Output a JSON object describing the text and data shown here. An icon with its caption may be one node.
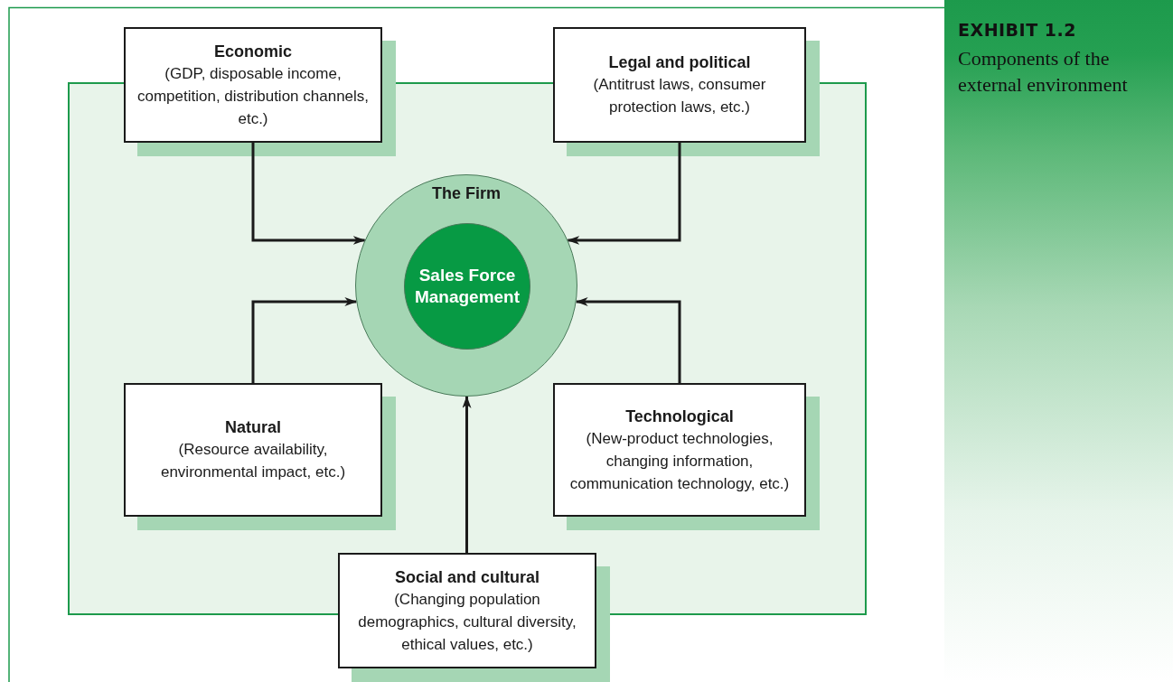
{
  "diagram": {
    "title": "EXHIBIT 1.2",
    "caption": "Components of the external environment",
    "nodes": [
      {
        "text": [
          "Economic",
          "(GDP, disposable income, competition, distribution channels, etc.)"
        ]
      },
      {
        "text": [
          "Legal and political",
          "(Antitrust laws, consumer protection laws, etc.)"
        ]
      },
      {
        "text": [
          "The Firm"
        ]
      },
      {
        "text": [
          "Sales Force Management"
        ],
        "in": 2
      },
      {
        "text": [
          "Natural",
          "(Resource availability, environmental impact, etc.)"
        ]
      },
      {
        "text": [
          "Technological",
          "(New-product technologies, changing information, communication technology, etc.)"
        ]
      },
      {
        "text": [
          "Social and cultural",
          "(Changing population demographics, cultural diversity, ethical values, etc.)"
        ]
      }
    ],
    "edges": [
      {
        "from": 0,
        "to": 2,
        "arrow": "to"
      },
      {
        "from": 1,
        "to": 2,
        "arrow": "to"
      },
      {
        "from": 4,
        "to": 2,
        "arrow": "to"
      },
      {
        "from": 5,
        "to": 2,
        "arrow": "to"
      },
      {
        "from": 6,
        "to": 2,
        "arrow": "to"
      }
    ]
  }
}
